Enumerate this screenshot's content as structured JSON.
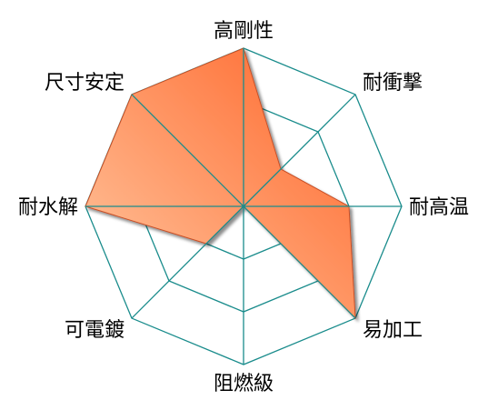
{
  "chart_data": {
    "type": "radar",
    "axes": [
      "高剛性",
      "耐衝撃",
      "耐高温",
      "易加工",
      "阻燃級",
      "可電鍍",
      "耐水解",
      "尺寸安定"
    ],
    "levels": 3,
    "max": 3,
    "values": [
      3,
      1,
      2,
      3,
      0,
      1,
      3,
      3
    ],
    "colors": {
      "grid": "#1a8c8c",
      "fill_light": "#ffc9a2",
      "fill_dark": "#ff6428",
      "stroke": "#c85028"
    }
  }
}
